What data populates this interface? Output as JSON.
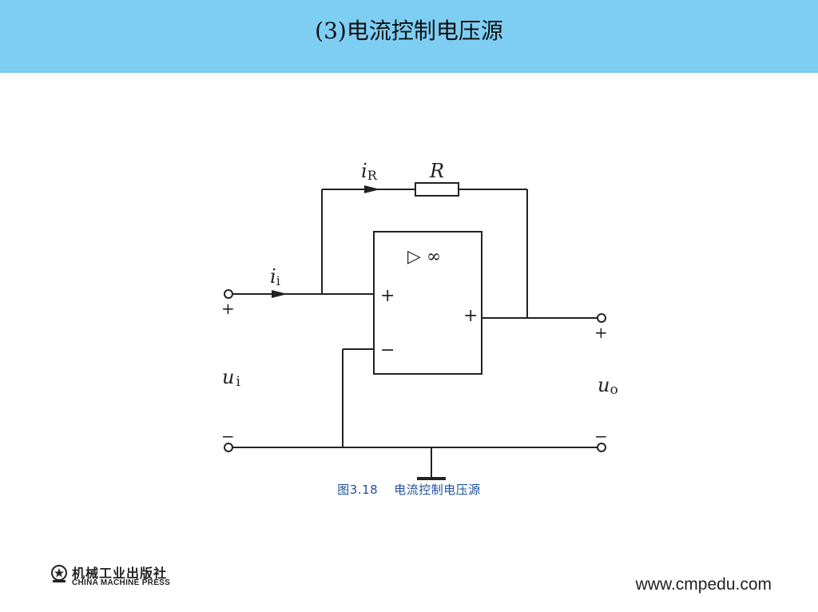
{
  "slide": {
    "title": "(3)电流控制电压源",
    "caption_number": "图3.18",
    "caption_text": "电流控制电压源"
  },
  "circuit": {
    "current_r_main": "i",
    "current_r_sub": "R",
    "resistor_label": "R",
    "amp_symbol": "▷ ∞",
    "amp_plus_input": "+",
    "amp_minus_input": "−",
    "amp_output_sign": "+",
    "current_i_main": "i",
    "current_i_sub": "i",
    "input_plus": "+",
    "input_minus": "−",
    "input_voltage_main": "u",
    "input_voltage_sub": "i",
    "output_plus": "+",
    "output_minus": "−",
    "output_voltage_main": "u",
    "output_voltage_sub": "o"
  },
  "footer": {
    "publisher_cn": "机械工业出版社",
    "publisher_en": "CHINA MACHINE PRESS",
    "website": "www.cmpedu.com"
  },
  "colors": {
    "header_bg": "#7ecef4",
    "caption": "#1f4f9e",
    "line": "#222222"
  }
}
